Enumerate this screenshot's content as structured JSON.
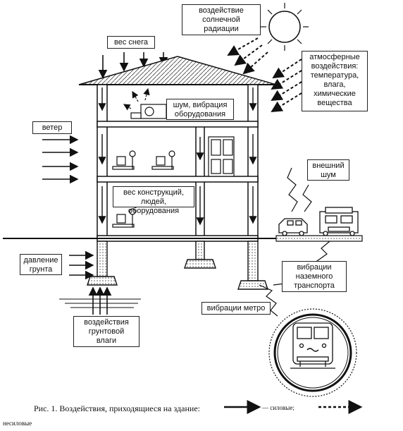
{
  "labels": {
    "solar": "воздействие\nсолнечной\nрадиации",
    "snow": "вес снега",
    "atmos": "атмосферные\nвоздействия:\nтемпература,\nвлага,\nхимические\nвещества",
    "noise_vib": "шум, вибрация\nоборудования",
    "wind": "ветер",
    "loads": "вес конструкций,\nлюдей, оборудования",
    "ext_noise": "внешний\nшум",
    "soil_pressure": "давление\nгрунта",
    "ground_transport": "вибрации\nназемного\nтранспорта",
    "metro": "вибрации метро",
    "groundwater": "воздействия\nгрунтовой\nвлаги"
  },
  "caption": {
    "text": "Рис. 1. Воздействия, приходящиеся на здание:",
    "force_label": "— силовые;",
    "nonforce_label": "несиловые"
  }
}
